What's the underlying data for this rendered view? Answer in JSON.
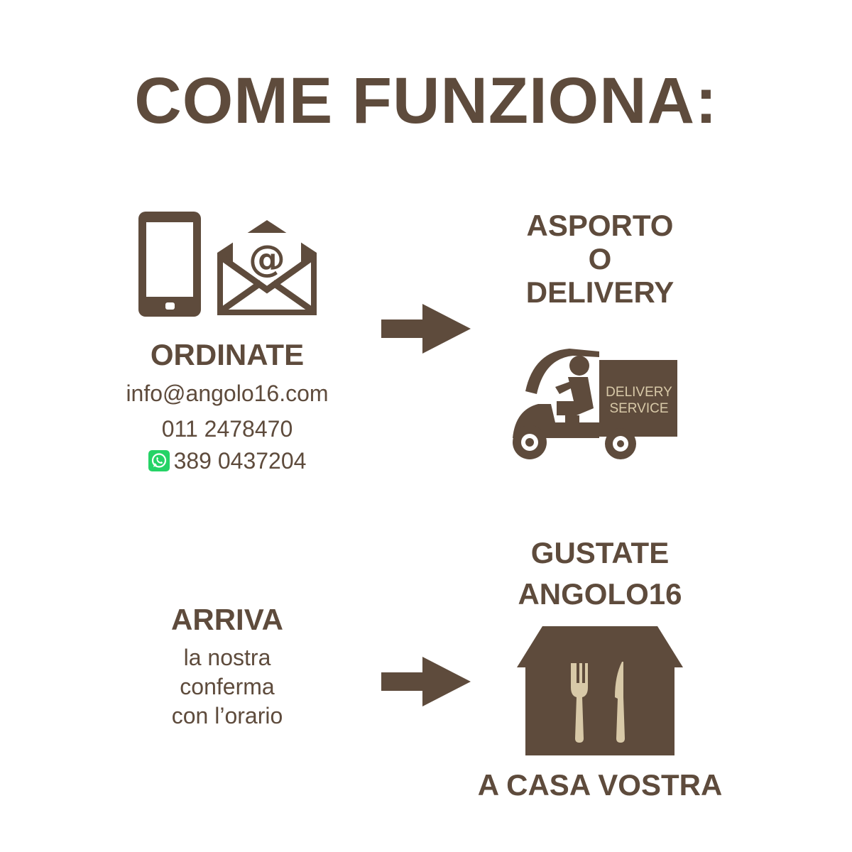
{
  "title": "COME FUNZIONA:",
  "step1": {
    "heading": "ORDINATE",
    "email": "info@angolo16.com",
    "phone": "011 2478470",
    "whatsapp": "389 0437204",
    "icons": [
      "smartphone-icon",
      "email-envelope-icon",
      "whatsapp-icon"
    ]
  },
  "step2": {
    "line1": "ASPORTO",
    "line2": "O",
    "line3": "DELIVERY",
    "truck_text_1": "DELIVERY",
    "truck_text_2": "SERVICE",
    "icons": [
      "delivery-scooter-icon"
    ]
  },
  "step3": {
    "heading": "ARRIVA",
    "line1": "la nostra",
    "line2": "conferma",
    "line3": "con l’orario"
  },
  "step4": {
    "line1": "GUSTATE",
    "line2": "ANGOLO16",
    "footer": "A CASA VOSTRA",
    "icons": [
      "house-fork-knife-icon"
    ]
  },
  "colors": {
    "brown": "#5e4b3c",
    "beige": "#d8c9a8",
    "whatsapp_green": "#25d366"
  }
}
